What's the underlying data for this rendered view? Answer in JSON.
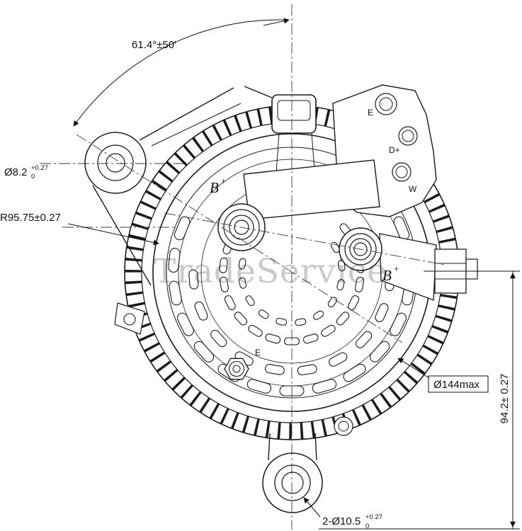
{
  "watermark": "TradeService",
  "dimensions": {
    "angle": "61.4°±50'",
    "left_hole": {
      "value": "Ø8.2",
      "tol_upper": "+0.27",
      "tol_lower": "0"
    },
    "mount_radius": "R95.75±0.27",
    "max_diameter": "Ø144max",
    "vertical_span": "94.2± 0.27",
    "bottom_holes": {
      "value": "2-Ø10.5",
      "tol_upper": "+0.27",
      "tol_lower": "0"
    }
  },
  "terminal_labels": {
    "b_plus_left": {
      "base": "B",
      "sup": "+"
    },
    "b_plus_right": {
      "base": "B",
      "sup": "+"
    },
    "e_top": "E",
    "d_plus": "D+",
    "w": "W",
    "e_center": "E"
  }
}
